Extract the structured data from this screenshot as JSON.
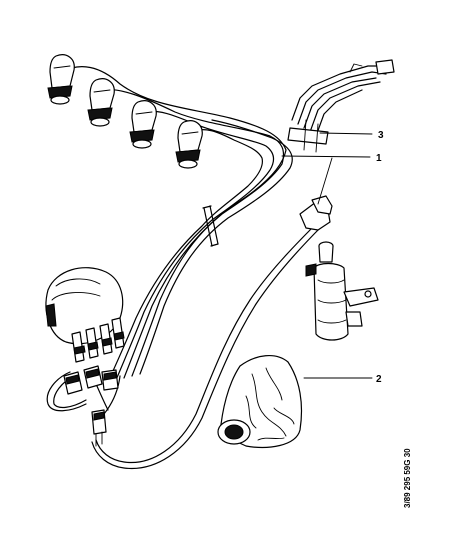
{
  "callouts": [
    {
      "id": "1",
      "label": "1"
    },
    {
      "id": "2",
      "label": "2"
    },
    {
      "id": "3",
      "label": "3"
    }
  ],
  "reference_code": "3/89 295 59G 30"
}
